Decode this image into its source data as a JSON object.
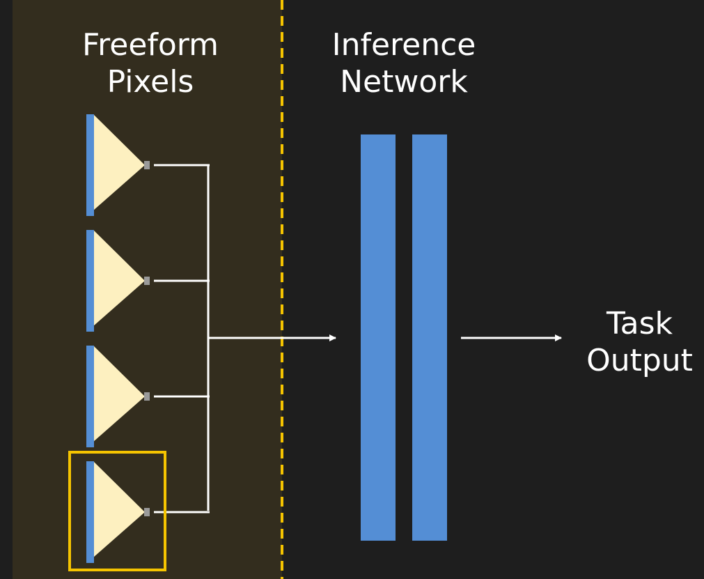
{
  "freeform_pixels": {
    "title_lines": [
      "Freeform",
      "Pixels"
    ],
    "pixel_count": 4,
    "highlighted_pixel_index": 3
  },
  "inference_network": {
    "title_lines": [
      "Inference",
      "Network"
    ],
    "layer_count": 2
  },
  "task_output": {
    "title_lines": [
      "Task",
      "Output"
    ]
  },
  "colors": {
    "background": "#1e1e1e",
    "panel": "#332d1e",
    "divider": "#f5c400",
    "highlight": "#f5c400",
    "pixel_face": "#fdf0c0",
    "pixel_bar": "#548ed5",
    "pixel_nub": "#9a9a9a",
    "network_layer": "#548ed5",
    "connector": "#ffffff"
  }
}
